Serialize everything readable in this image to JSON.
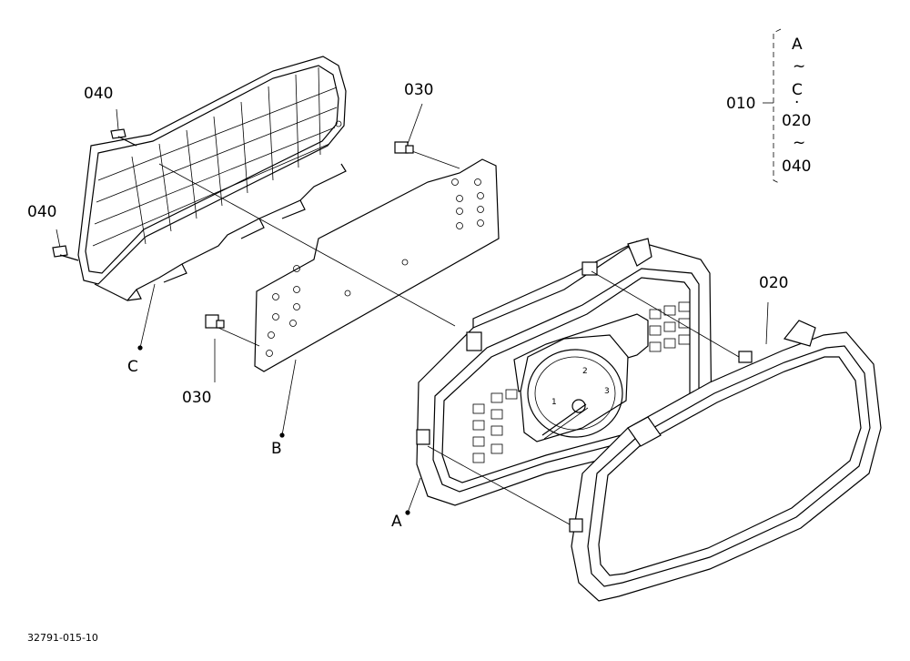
{
  "labels": {
    "part_010": "010",
    "part_020": "020",
    "part_030_top": "030",
    "part_030_bottom": "030",
    "part_040_top": "040",
    "part_040_left": "040",
    "sub_a": "A",
    "sub_b": "B",
    "sub_c": "C"
  },
  "legend": {
    "line1": "A",
    "tilde1": "~",
    "line2": "C",
    "dot": "·",
    "line3": "020",
    "tilde2": "~",
    "line4": "040"
  },
  "dial": {
    "t1": "1",
    "t2": "2",
    "t3": "3"
  },
  "footer": {
    "figure_id": "32791-015-10"
  }
}
